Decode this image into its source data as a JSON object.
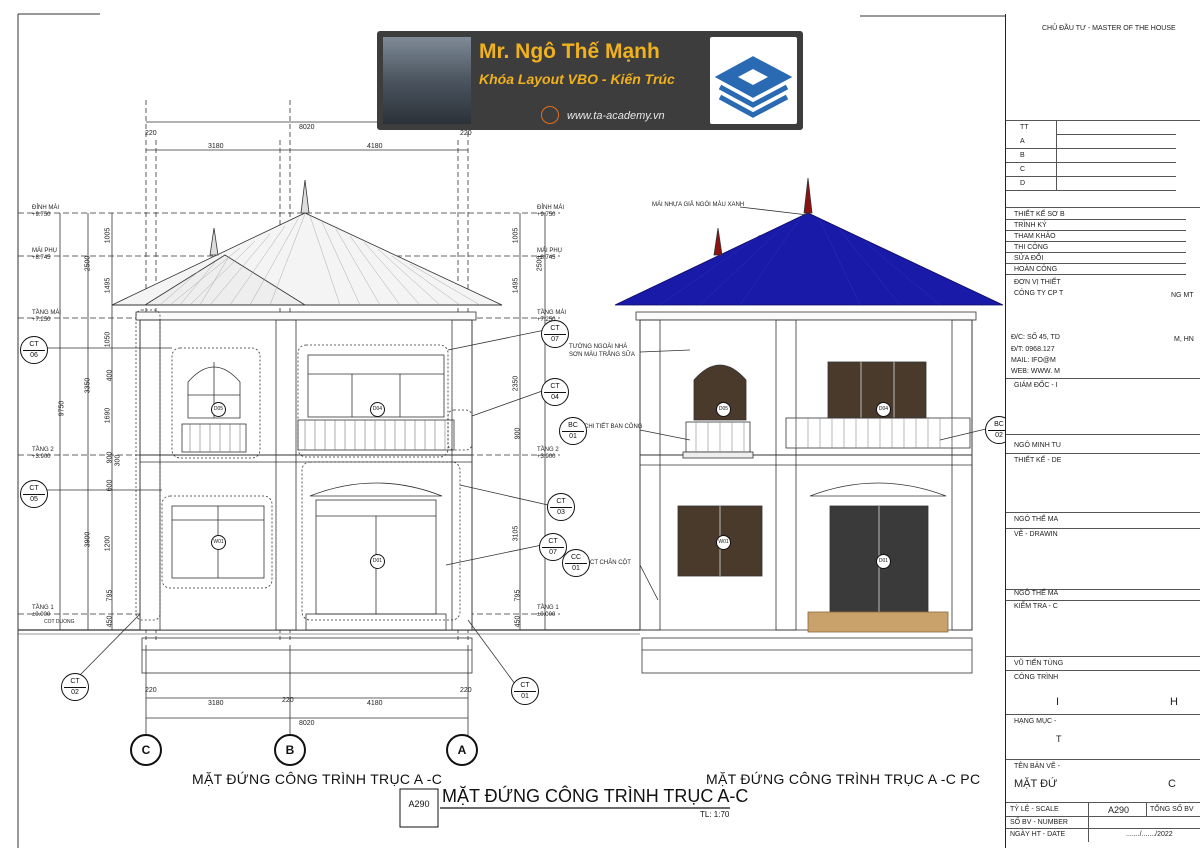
{
  "banner": {
    "name": "Mr. Ngô Thế Mạnh",
    "course": "Khóa Layout VBO - Kiến Trúc",
    "website": "www.ta-academy.vn"
  },
  "left_elevation": {
    "overall_dim": "8020",
    "span_left": "3180",
    "span_right": "4180",
    "col_width": "220",
    "levels": [
      {
        "name": "ĐỈNH MÁI",
        "elev": "+9.750"
      },
      {
        "name": "MÁI PHỤ",
        "elev": "+8.745"
      },
      {
        "name": "TẦNG MÁI",
        "elev": "+7.250"
      },
      {
        "name": "TẦNG 2",
        "elev": "+3.900"
      },
      {
        "name": "TẦNG 1",
        "elev": "±0.000"
      }
    ],
    "cotdn": "COT DUONG",
    "heights_inner": [
      "1005",
      "1495",
      "1050",
      "400",
      "1690",
      "900",
      "300",
      "600",
      "1200",
      "795",
      "450"
    ],
    "heights_outer": [
      "2500",
      "3350",
      "3900"
    ],
    "height_total": "9750",
    "heights_right": [
      "1005",
      "1495",
      "2350",
      "900",
      "3105",
      "795",
      "450"
    ],
    "right_2500": "2500",
    "tags": [
      {
        "a": "CT",
        "b": "06"
      },
      {
        "a": "CT",
        "b": "07"
      },
      {
        "a": "CT",
        "b": "04"
      },
      {
        "a": "CT",
        "b": "05"
      },
      {
        "a": "CT",
        "b": "03"
      },
      {
        "a": "CT",
        "b": "07"
      },
      {
        "a": "CC",
        "b": "01"
      },
      {
        "a": "CT",
        "b": "02"
      },
      {
        "a": "CT",
        "b": "01"
      }
    ],
    "door_marks": [
      "D05",
      "D04",
      "W01",
      "D01"
    ],
    "axes": [
      "C",
      "B",
      "A"
    ],
    "title": "MẶT ĐỨNG CÔNG TRÌNH TRỤC A -C"
  },
  "right_elevation": {
    "notes": [
      "MÁI NHỰA GIẢ NGÓI MÀU XANH",
      "TƯỜNG NGOÀI NHÀ",
      "SƠN MÀU TRẮNG SỮA",
      "CHI TIẾT BAN CÔNG",
      "CT CHÂN CỘT"
    ],
    "tags": [
      {
        "a": "BC",
        "b": "01"
      },
      {
        "a": "BC",
        "b": "02"
      }
    ],
    "door_marks": [
      "D05",
      "D04",
      "W01",
      "D01"
    ],
    "title": "MẶT ĐỨNG CÔNG TRÌNH TRỤC A -C PC",
    "roof_color": "#1a1aa8"
  },
  "sheet": {
    "number": "A290",
    "title": "MẶT ĐỨNG CÔNG TRÌNH TRỤC A-C",
    "scale": "TL: 1:70"
  },
  "title_block": {
    "owner": "CHỦ ĐẦU TƯ - MASTER OF THE HOUSE",
    "rev_tt": "TT",
    "rev_rows": [
      "A",
      "B",
      "C",
      "D"
    ],
    "items": [
      "THIẾT KẾ SƠ B",
      "TRÌNH KÝ",
      "THAM KHẢO",
      "THI CÔNG",
      "SỬA ĐỔI",
      "HOÀN CÔNG",
      "ĐƠN VỊ THIẾT",
      "CÔNG TY CP T"
    ],
    "company_tail": "NG MT",
    "address": "Đ/C: SỐ 45, TD",
    "address_tail": "M, HN",
    "phone": "Đ/T: 0968.127",
    "mail": "MAIL: IFO@M",
    "web": "WEB: WWW. M",
    "director": "GIÁM ĐỐC - I",
    "person1": "NGÔ MINH TU",
    "design": "THIẾT KẾ - DE",
    "person2": "NGÔ THẾ MA",
    "drawing": "VẼ - DRAWIN",
    "person3": "NGÔ THẾ MA",
    "check": "KIỂM TRA - C",
    "person4": "VŨ TIẾN TÙNG",
    "project": "CÔNG TRÌNH",
    "project_tail_l": "I",
    "project_tail_r": "H",
    "category": "HẠNG MỤC -",
    "category_tail": "T",
    "sheet_name": "TÊN BẢN VẼ -",
    "sheet_name_val": "MẶT ĐỨ",
    "sheet_name_tail": "C",
    "scale_label": "TỶ LỆ - SCALE",
    "scale_val": "A290",
    "total_label": "TỔNG SỐ BV",
    "number_label": "SỐ BV - NUMBER",
    "date_label": "NGÀY HT - DATE",
    "date_val": "......./......./2022"
  }
}
